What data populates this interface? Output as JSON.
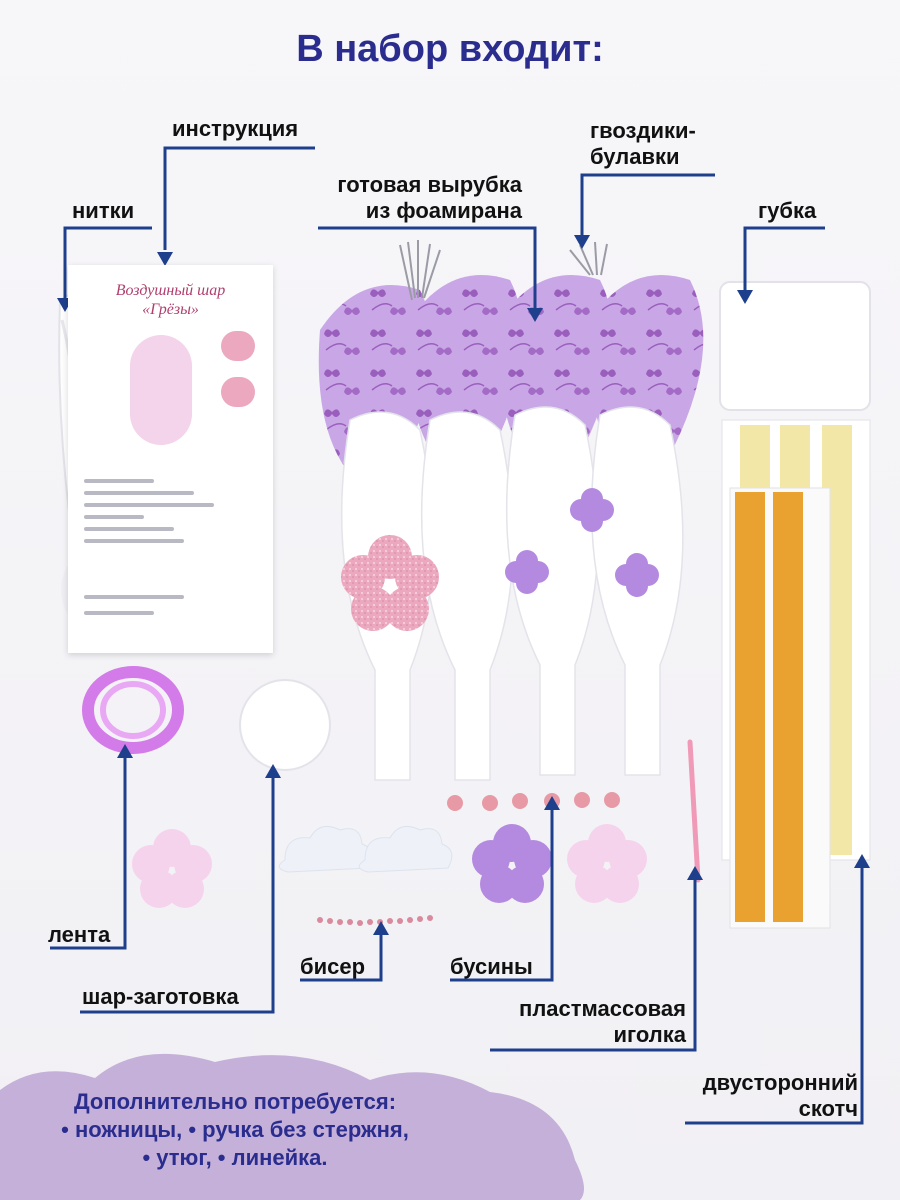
{
  "header": {
    "title": "В набор входит:"
  },
  "labels": {
    "instruction": "инструкция",
    "threads": "нитки",
    "foam_cut_line1": "готовая вырубка",
    "foam_cut_line2": "из фоамирана",
    "pins_line1": "гвоздики-",
    "pins_line2": "булавки",
    "sponge": "губка",
    "ribbon": "лента",
    "ball_blank": "шар-заготовка",
    "seed_beads": "бисер",
    "beads": "бусины",
    "needle_line1": "пластмассовая",
    "needle_line2": "иголка",
    "tape_line1": "двусторонний",
    "tape_line2": "скотч"
  },
  "instruction_sheet": {
    "title_line1": "Воздушный шар",
    "title_line2": "«Грёзы»"
  },
  "footer": {
    "line1": "Дополнительно потребуется:",
    "line2": "• ножницы, • ручка без стержня,",
    "line3": "• утюг, • линейка."
  },
  "colors": {
    "title": "#2b2d8e",
    "arrow": "#1e3f8c",
    "cloud": "#c4b0d8",
    "lilac": "#c9a7e6",
    "pink_glitter": "#eba8bf",
    "tape_orange": "#e9a130",
    "tape_yellow": "#f3e7a8"
  },
  "icons": [
    "pins-icon",
    "needle-icon",
    "bead-icon",
    "flower-icon",
    "sponge-icon"
  ]
}
